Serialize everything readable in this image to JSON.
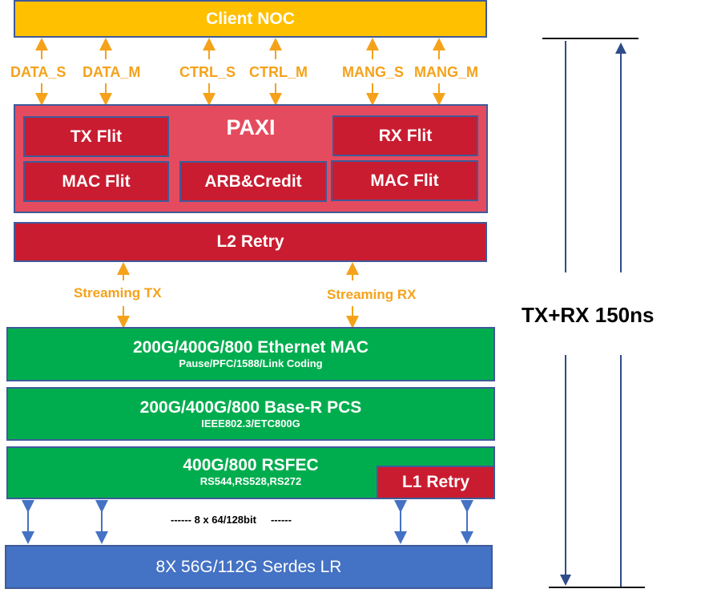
{
  "client_noc": {
    "label": "Client NOC"
  },
  "noc_signals": [
    "DATA_S",
    "DATA_M",
    "CTRL_S",
    "CTRL_M",
    "MANG_S",
    "MANG_M"
  ],
  "paxi": {
    "title": "PAXI",
    "tx_flit": "TX Flit",
    "rx_flit": "RX Flit",
    "mac_flit_tx": "MAC Flit",
    "arb_credit": "ARB&Credit",
    "mac_flit_rx": "MAC Flit"
  },
  "l2_retry": {
    "label": "L2 Retry"
  },
  "streaming": {
    "tx": "Streaming TX",
    "rx": "Streaming RX"
  },
  "ethernet_mac": {
    "title": "200G/400G/800 Ethernet MAC",
    "subtitle": "Pause/PFC/1588/Link Coding"
  },
  "pcs": {
    "title": "200G/400G/800 Base-R PCS",
    "subtitle": "IEEE802.3/ETC800G"
  },
  "rsfec": {
    "title": "400G/800 RSFEC",
    "subtitle": "RS544,RS528,RS272"
  },
  "l1_retry": {
    "label": "L1 Retry"
  },
  "bus_width": {
    "label": "------ 8 x 64/128bit     ------"
  },
  "serdes": {
    "label": "8X 56G/112G Serdes LR"
  },
  "latency": {
    "label": "TX+RX 150ns"
  },
  "colors": {
    "noc": "#ffc000",
    "paxi": "#e54b5e",
    "retry": "#c91c30",
    "ethernet": "#00ad4e",
    "serdes": "#4472c4",
    "signal_arrow": "#f5a21b",
    "serdes_arrow": "#4472c4",
    "latency_arrow": "#2f4b8a"
  }
}
